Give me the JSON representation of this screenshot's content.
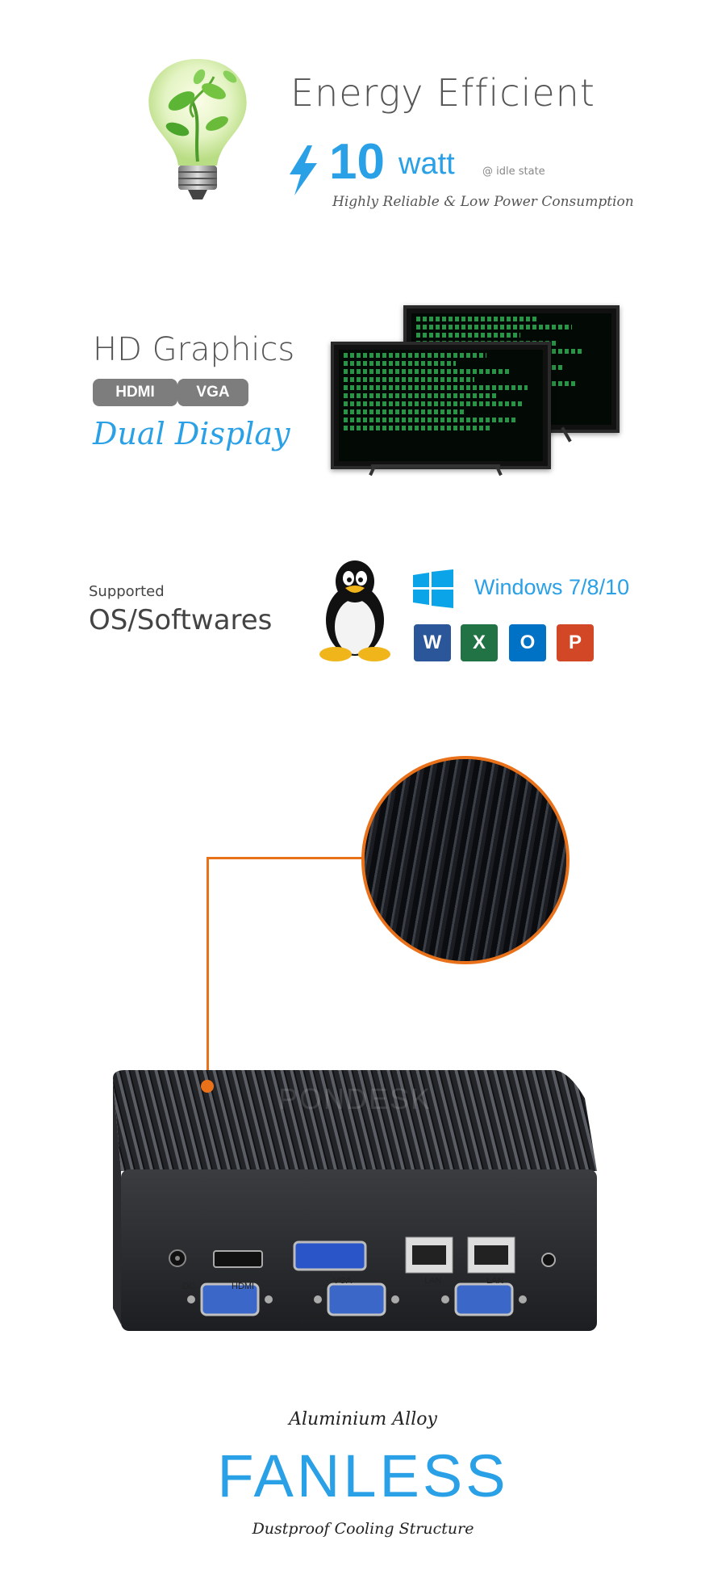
{
  "energy": {
    "title": "Energy Efficient",
    "power_value": "10",
    "power_unit": "watt",
    "power_note": "@ idle state",
    "subtitle": "Highly Reliable & Low Power Consumption",
    "icon": "leaf-bulb-icon",
    "accent": "#2aa0e6"
  },
  "graphics": {
    "title": "HD Graphics",
    "ports": [
      "HDMI",
      "VGA"
    ],
    "feature": "Dual Display",
    "icon": "dual-monitor-icon"
  },
  "os": {
    "label_small": "Supported",
    "label_big": "OS/Softwares",
    "windows_text": "Windows 7/8/10",
    "icons": [
      "linux-penguin-icon",
      "windows-logo-icon",
      "word-icon",
      "excel-icon",
      "outlook-icon",
      "powerpoint-icon"
    ],
    "office_letters": [
      "W",
      "X",
      "O",
      "P"
    ],
    "office_colors": [
      "#2b579a",
      "#217346",
      "#0072c6",
      "#d24726"
    ]
  },
  "product": {
    "watermark": "PONDESK",
    "ports": [
      "DC",
      "HDMI",
      "VGA",
      "LAN",
      "LAN"
    ],
    "com_labels": [
      "COM",
      "COM"
    ],
    "highlight_color": "#e8711a"
  },
  "fanless": {
    "material": "Aluminium Alloy",
    "headline": "FANLESS",
    "subtitle": "Dustproof Cooling Structure"
  }
}
